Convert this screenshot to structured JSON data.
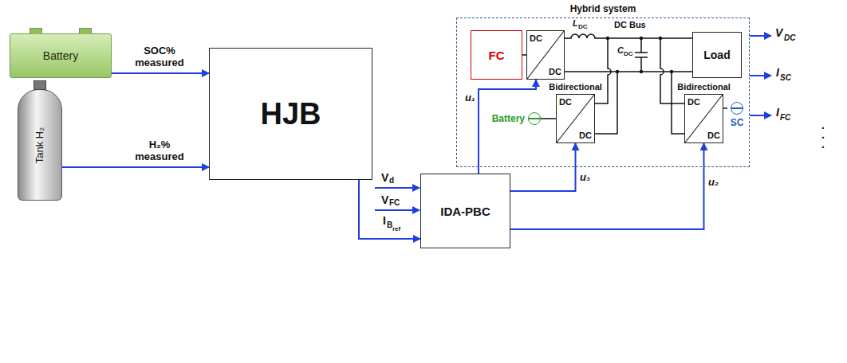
{
  "diagram": {
    "nodes": [
      {
        "text": [
          "Battery"
        ]
      },
      {
        "text": [
          "Tank H₂"
        ]
      },
      {
        "text": [
          "HJB"
        ]
      },
      {
        "text": [
          "IDA-PBC"
        ]
      },
      {
        "text": [
          "Hybrid system"
        ]
      },
      {
        "text": [
          "FC"
        ],
        "in": 4
      },
      {
        "text": [
          "DC",
          "DC"
        ],
        "in": 4
      },
      {
        "text": [
          "Load"
        ],
        "in": 4
      },
      {
        "text": [
          "Bidirectional",
          "DC",
          "DC"
        ],
        "in": 4
      },
      {
        "text": [
          "Battery"
        ],
        "in": 4
      },
      {
        "text": [
          "Bidirectional",
          "DC",
          "DC"
        ],
        "in": 4
      },
      {
        "text": [
          "SC"
        ],
        "in": 4
      }
    ],
    "edges": [
      {
        "from": 0,
        "to": 2,
        "arrow": "to",
        "label": "SOC% measured"
      },
      {
        "from": 1,
        "to": 2,
        "arrow": "to",
        "label": "H₂% measured"
      },
      {
        "from": 2,
        "to": 3,
        "arrow": "to"
      },
      {
        "from": 3,
        "to": 6,
        "arrow": "to"
      },
      {
        "from": 3,
        "to": 8,
        "arrow": "to"
      },
      {
        "from": 3,
        "to": 10,
        "arrow": "to"
      },
      {
        "from": 5,
        "to": 6,
        "arrow": "none"
      },
      {
        "from": 9,
        "to": 8,
        "arrow": "none"
      },
      {
        "from": 11,
        "to": 10,
        "arrow": "none"
      }
    ],
    "labels": [
      "V",
      "d",
      "V",
      "FC",
      "I",
      "B",
      "ref",
      "u₁",
      "u₃",
      "u₂",
      "L",
      "DC",
      "DC Bus",
      "C",
      "DC",
      "V",
      "DC",
      "I",
      "SC",
      "I",
      "FC",
      ".",
      ".",
      "."
    ]
  }
}
